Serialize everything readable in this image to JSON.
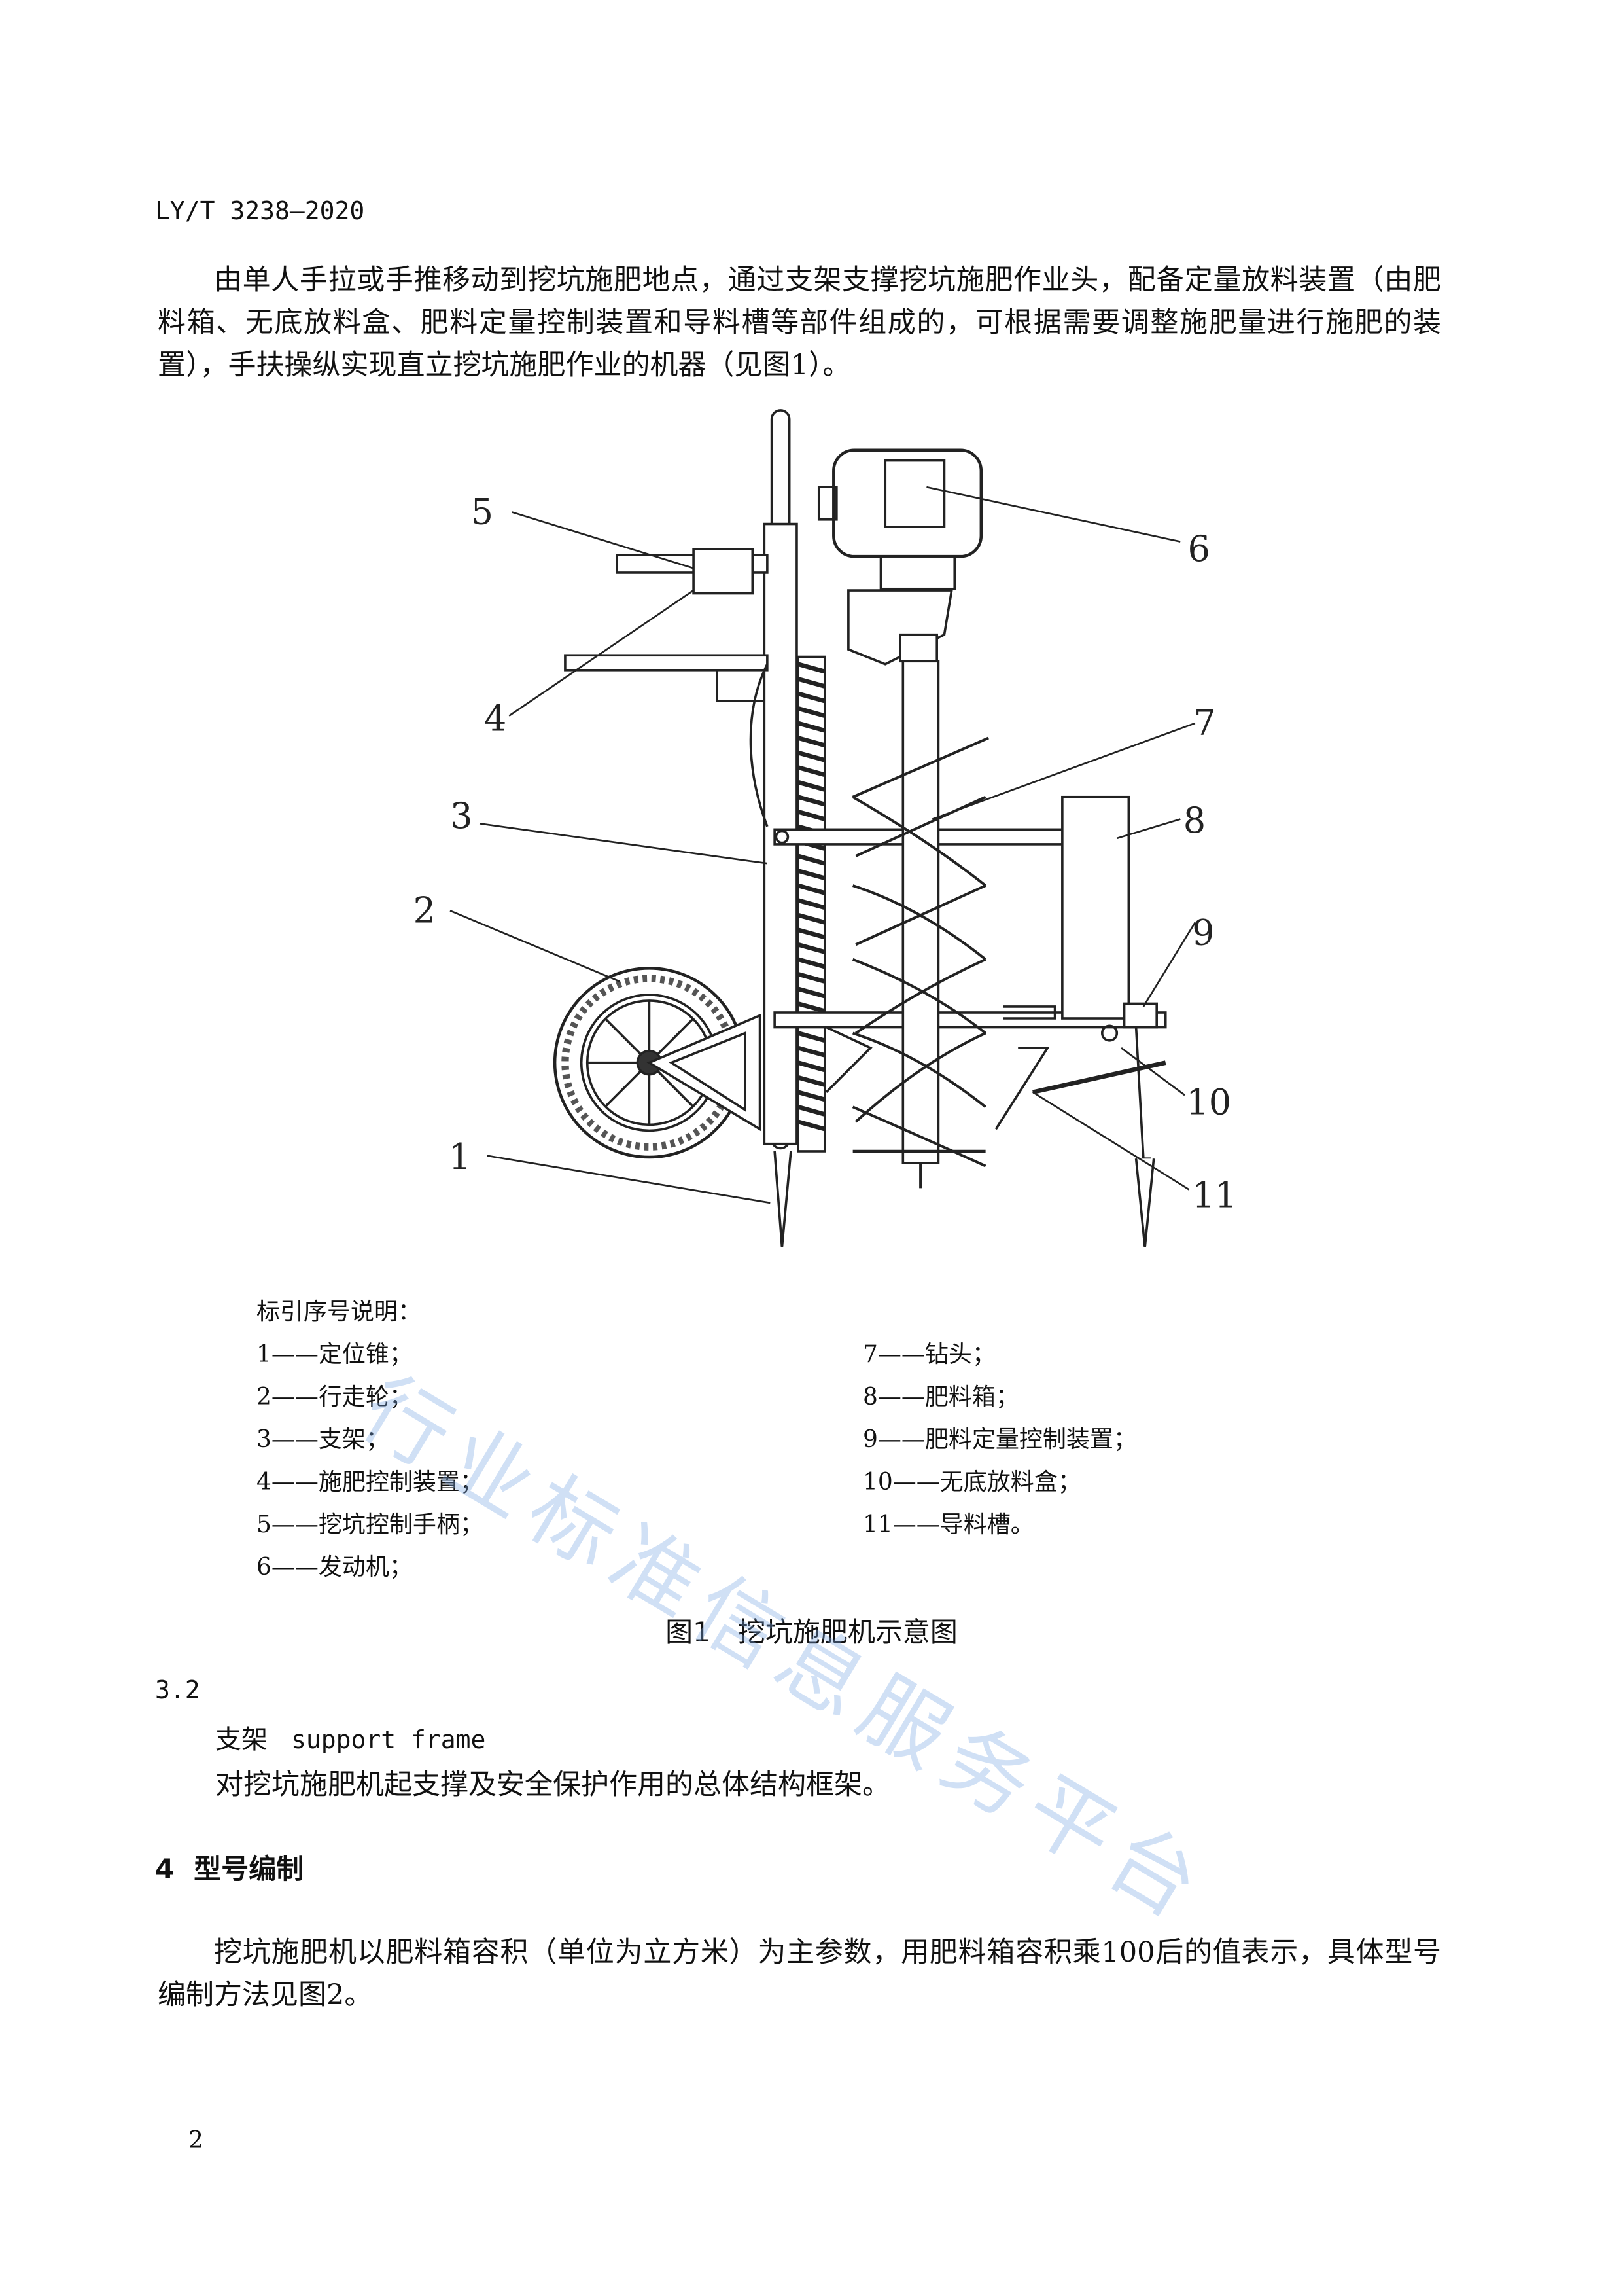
{
  "header": {
    "standard_code": "LY/T 3238—2020"
  },
  "intro_paragraph": "由单人手拉或手推移动到挖坑施肥地点，通过支架支撑挖坑施肥作业头，配备定量放料装置（由肥料箱、无底放料盒、肥料定量控制装置和导料槽等部件组成的，可根据需要调整施肥量进行施肥的装置），手扶操纵实现直立挖坑施肥作业的机器（见图1）。",
  "figure": {
    "callouts": [
      "1",
      "2",
      "3",
      "4",
      "5",
      "6",
      "7",
      "8",
      "9",
      "10",
      "11"
    ],
    "legend_title": "标引序号说明：",
    "legend_left": [
      "1——定位锥；",
      "2——行走轮；",
      "3——支架；",
      "4——施肥控制装置；",
      "5——挖坑控制手柄；",
      "6——发动机；"
    ],
    "legend_right": [
      "7——钻头；",
      "8——肥料箱；",
      "9——肥料定量控制装置；",
      "10——无底放料盒；",
      "11——导料槽。"
    ],
    "caption": "图1　挖坑施肥机示意图"
  },
  "clause_3_2": {
    "number": "3.2",
    "term_zh": "支架",
    "term_en": "support frame",
    "definition": "对挖坑施肥机起支撑及安全保护作用的总体结构框架。"
  },
  "section_4": {
    "number": "4",
    "title": "型号编制",
    "paragraph": "挖坑施肥机以肥料箱容积（单位为立方米）为主参数，用肥料箱容积乘100后的值表示，具体型号编制方法见图2。"
  },
  "watermark": "行业标准信息服务平台",
  "page_number": "2",
  "colors": {
    "text": "#111111",
    "watermark": "#78a5e1"
  }
}
